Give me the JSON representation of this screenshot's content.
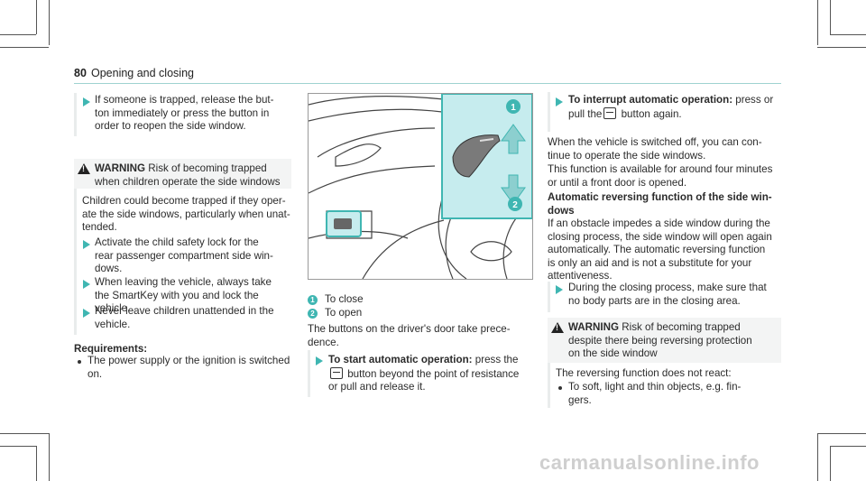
{
  "header": {
    "page_number": "80",
    "section": "Opening and closing"
  },
  "col1": {
    "note": "If someone is trapped, release the but-\nton immediately or press the button in\norder to reopen the side window.",
    "warning": {
      "title": "WARNING",
      "text": "Risk of becoming trapped\nwhen children operate the side windows",
      "body": "Children could become trapped if they oper-\nate the side windows, particularly when unat-\ntended.",
      "steps": [
        "Activate the child safety lock for the\nrear passenger compartment side win-\ndows.",
        "When leaving the vehicle, always take\nthe SmartKey with you and lock the\nvehicle.",
        "Never leave children unattended in the\nvehicle."
      ]
    },
    "requirements_title": "Requirements:",
    "requirements": [
      "The power supply or the ignition is switched\non."
    ]
  },
  "col2": {
    "figure": {
      "callout_1": "1",
      "callout_2": "2",
      "icon_names": [
        "window-switch-icon",
        "up-arrow-icon",
        "down-arrow-icon"
      ],
      "accent": "#3fb6b2",
      "highlight": "#c6ecee"
    },
    "legend": [
      {
        "num": "1",
        "text": "To close"
      },
      {
        "num": "2",
        "text": "To open"
      }
    ],
    "para": "The buttons on the driver's door take prece-\ndence.",
    "step_title": "To start automatic operation:",
    "step_text_a": " press the",
    "step_text_b": " button beyond the point of resistance\nor pull and release it."
  },
  "col3": {
    "step_title": "To interrupt automatic operation:",
    "step_text_a": " press or\npull the",
    "step_text_b": " button again.",
    "para1": "When the vehicle is switched off, you can con-\ntinue to operate the side windows.",
    "para2": "This function is available for around four minutes\nor until a front door is opened.",
    "sub_title": "Automatic reversing function of the side win-\ndows",
    "para3": "If an obstacle impedes a side window during the\nclosing process, the side window will open again\nautomatically. The automatic reversing function\nis only an aid and is not a substitute for your\nattentiveness.",
    "step2": "During the closing process, make sure that\nno body parts are in the closing area.",
    "warning": {
      "title": "WARNING",
      "text": "Risk of becoming trapped\ndespite there being reversing protection\non the side window",
      "body": "The reversing function does not react:",
      "items": [
        "To soft, light and thin objects, e.g. fin-\ngers."
      ]
    }
  },
  "watermark": "carmanualsonline.info"
}
